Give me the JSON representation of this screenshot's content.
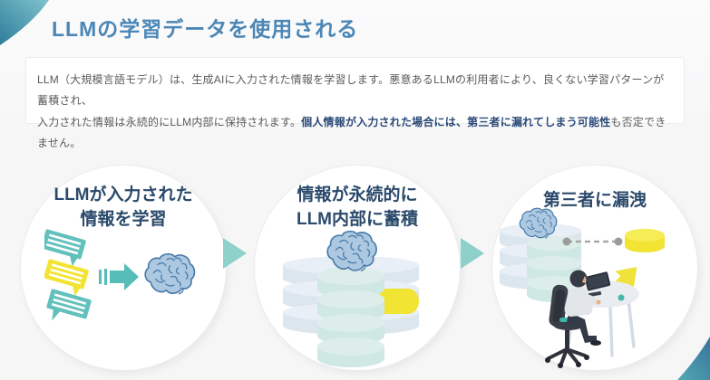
{
  "header": {
    "title": "LLMの学習データを使用される"
  },
  "description": {
    "line1": "LLM（大規模言語モデル）は、生成AIに入力された情報を学習します。悪意あるLLMの利用者により、良くない学習パターンが蓄積され、",
    "line2_prefix": "入力された情報は永続的にLLM内部に保持されます。",
    "line2_emphasis": "個人情報が入力された場合には、第三者に漏れてしまう可能性",
    "line2_suffix": "も否定できません。"
  },
  "steps": [
    {
      "title_line1": "LLMが入力された",
      "title_line2": "情報を学習",
      "icons": [
        "chat-bubbles-icon",
        "input-arrow-icon",
        "brain-icon"
      ]
    },
    {
      "title_line1": "情報が永続的に",
      "title_line2": "LLM内部に蓄積",
      "icons": [
        "database-stack-icon",
        "brain-icon",
        "highlighted-data-segment"
      ]
    },
    {
      "title_line1": "第三者に漏洩",
      "title_line2": "",
      "icons": [
        "database-stack-icon",
        "brain-icon",
        "dashed-link-icon",
        "data-coin-icon",
        "leak-arrow-icon",
        "person-at-desk-icon"
      ]
    }
  ],
  "colors": {
    "background": "#f7f7f8",
    "title_blue": "#4b87b6",
    "heading_navy": "#2b4a6b",
    "body_text_gray": "#5b5b5b",
    "emphasis_navy": "#2b4a78",
    "step_arrow_teal": "#8ed0ca",
    "icon_teal": "#5dbfbb",
    "highlight_yellow": "#f2e433",
    "brain_fill": "#adc9e2",
    "brain_stroke": "#4c7dab",
    "database_back": "#dce6ef",
    "database_front": "#cfe8e4",
    "corner_gradient_dark": "#2f7d9b",
    "corner_gradient_light": "#7fc3cc"
  }
}
